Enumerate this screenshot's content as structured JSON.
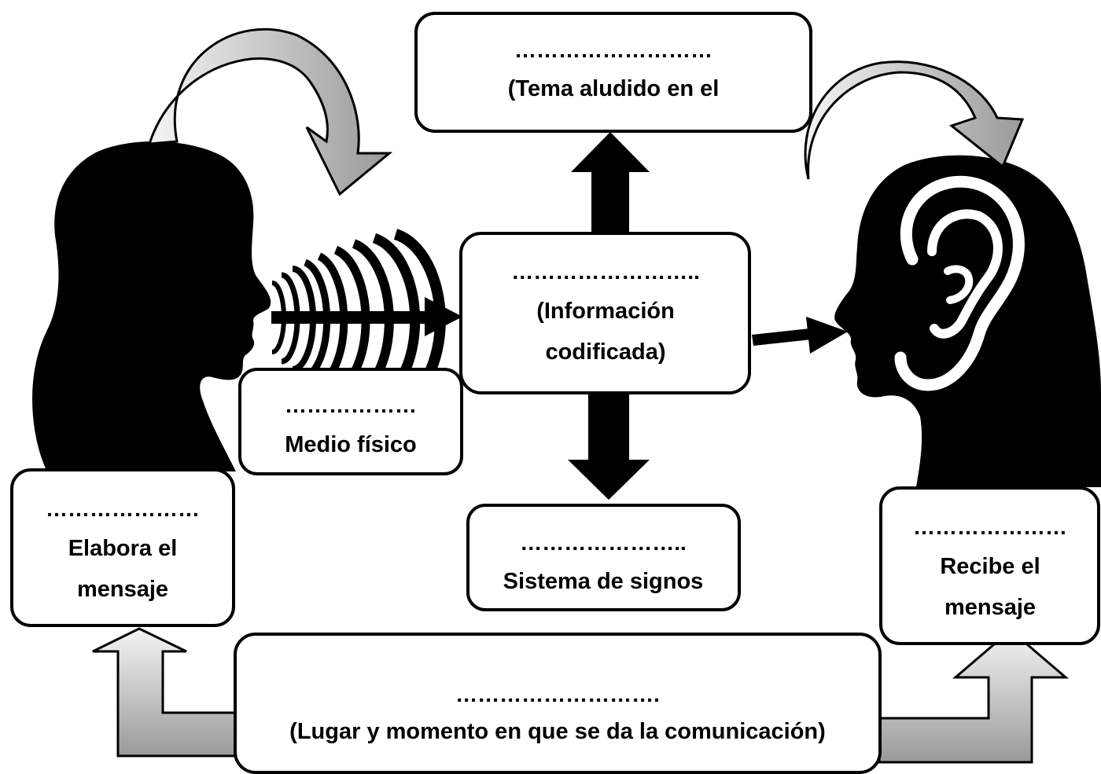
{
  "colors": {
    "ink": "#000000",
    "paper": "#ffffff",
    "arrow_light": "#f2f2f2",
    "arrow_dark": "#9a9a9a"
  },
  "boxes": {
    "referente": {
      "dots": "………………………",
      "lines": [
        "(Tema aludido en el"
      ]
    },
    "mensaje": {
      "dots": "……………………..",
      "lines": [
        "(Información",
        "codificada)"
      ]
    },
    "canal": {
      "dots": "………………",
      "lines": [
        "Medio físico"
      ]
    },
    "codigo": {
      "dots": "…………………..",
      "lines": [
        "Sistema de signos"
      ]
    },
    "emisor": {
      "dots": "…………………",
      "lines": [
        "Elabora el",
        "mensaje"
      ]
    },
    "receptor": {
      "dots": "…………………",
      "lines": [
        "Recibe el",
        "mensaje"
      ]
    },
    "contexto": {
      "dots": "……………………….",
      "lines": [
        "(Lugar y momento en que se da la comunicación)"
      ]
    }
  },
  "icons": {
    "speaker": "speaker-head-silhouette-icon",
    "listener": "listener-head-silhouette-icon",
    "ear": "ear-icon",
    "sound_waves": "sound-waves-icon"
  }
}
